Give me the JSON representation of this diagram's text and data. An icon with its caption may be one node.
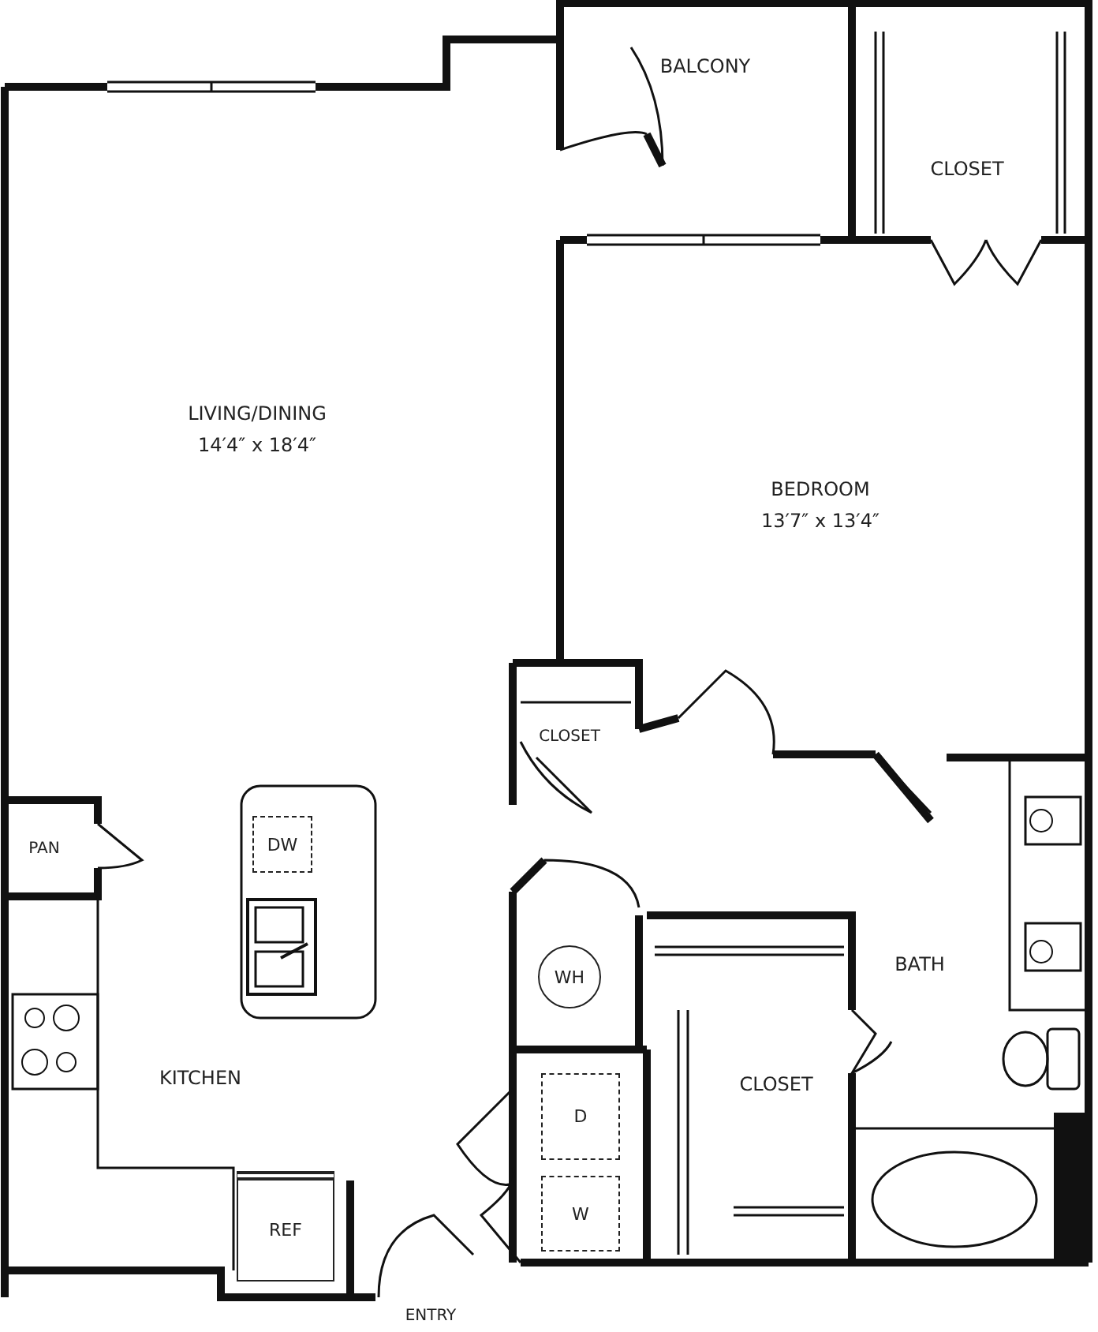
{
  "diagram": {
    "nodes": [
      {
        "text": [
          "DW"
        ]
      },
      {
        "text": [
          "WH"
        ]
      },
      {
        "text": [
          "D"
        ]
      },
      {
        "text": [
          "W"
        ]
      },
      {
        "text": [
          "REF"
        ]
      }
    ],
    "labels": [
      "BALCONY",
      "CLOSET",
      "LIVING/DINING",
      "14′4″ x 18′4″",
      "BEDROOM",
      "13′7″ x 13′4″",
      "CLOSET",
      "PAN",
      "BATH",
      "KITCHEN",
      "CLOSET",
      "ENTRY"
    ]
  }
}
